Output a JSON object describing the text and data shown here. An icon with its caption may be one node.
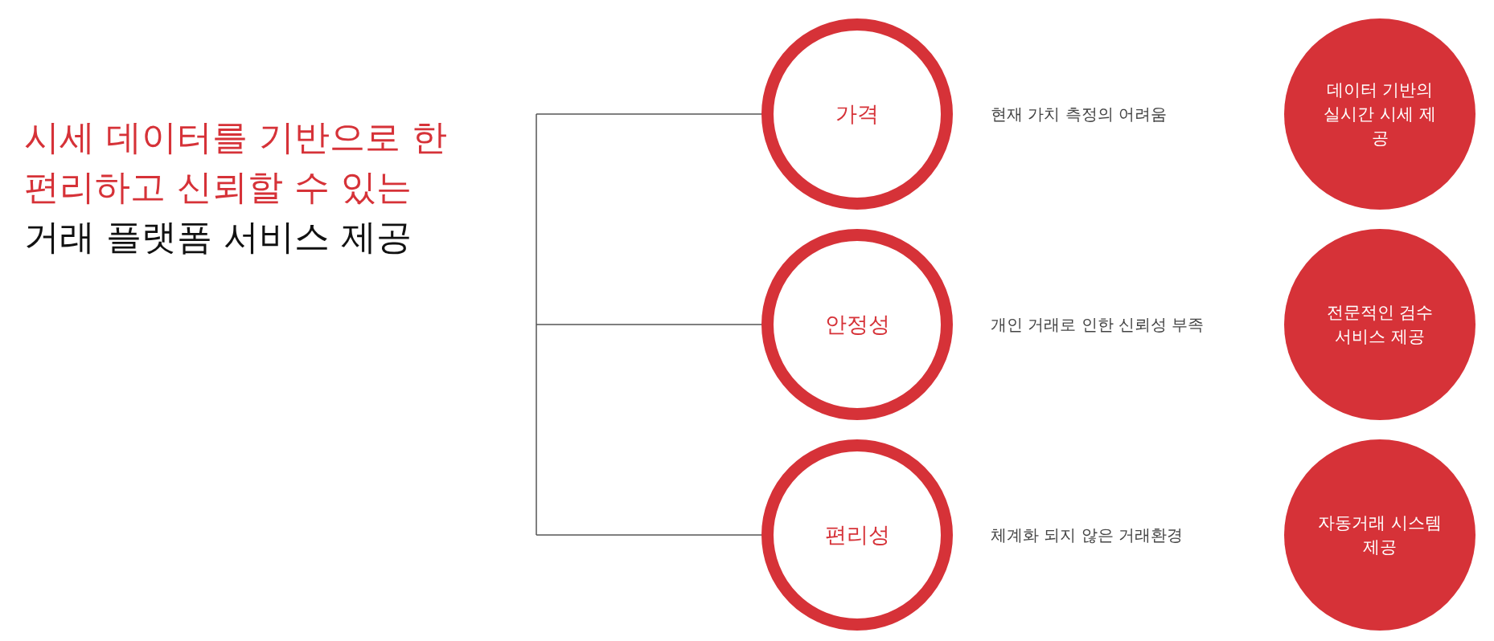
{
  "diagram": {
    "nodes": [
      {
        "text": [
          "가격"
        ],
        "beside": [
          "현재 가치 측정의 어려움"
        ]
      },
      {
        "text": [
          "데이터 기반의 실시간 시세 제공"
        ]
      },
      {
        "text": [
          "안정성"
        ],
        "beside": [
          "개인 거래로 인한 신뢰성 부족"
        ]
      },
      {
        "text": [
          "전문적인 검수 서비스 제공"
        ]
      },
      {
        "text": [
          "편리성"
        ],
        "beside": [
          "체계화 되지 않은 거래환경"
        ]
      },
      {
        "text": [
          "자동거래 시스템 제공"
        ]
      }
    ],
    "edges": [
      {
        "from": null,
        "to": 0,
        "arrow": "none"
      },
      {
        "from": null,
        "to": 2,
        "arrow": "none"
      },
      {
        "from": null,
        "to": 4,
        "arrow": "none"
      }
    ],
    "labels": [
      "시세 데이터를 기반으로 한 편리하고 신뢰할 수 있는",
      "거래 플랫폼 서비스 제공"
    ]
  }
}
